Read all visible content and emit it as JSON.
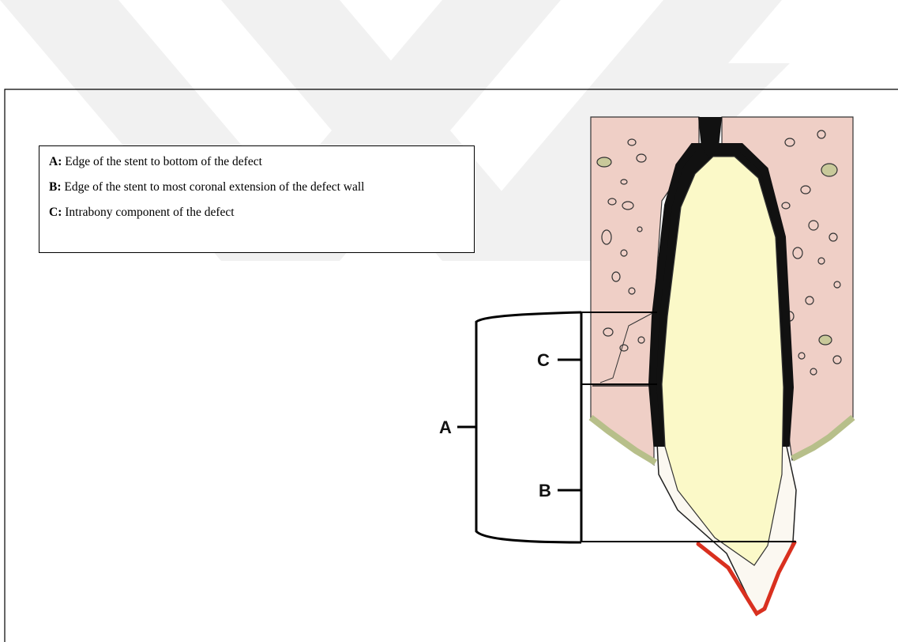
{
  "legend": {
    "items": [
      {
        "key": "A:",
        "text": "Edge of the stent to bottom of  the defect"
      },
      {
        "key": "B:",
        "text": "Edge of the stent to most coronal extension of the defect wall"
      },
      {
        "key": "C:",
        "text": "Intrabony component of the defect"
      }
    ]
  },
  "diagram": {
    "labels": {
      "a": "A",
      "b": "B",
      "c": "C"
    },
    "colors": {
      "watermark": "#f1f1f1",
      "bone": "#efcfc6",
      "bone_spots": "#c9c99a",
      "crown": "#fbf9c8",
      "ligament": "#111111",
      "gingiva_edge": "#b7bf8a",
      "enamel": "#fbf8f1",
      "gum_line": "#d9301f"
    }
  }
}
